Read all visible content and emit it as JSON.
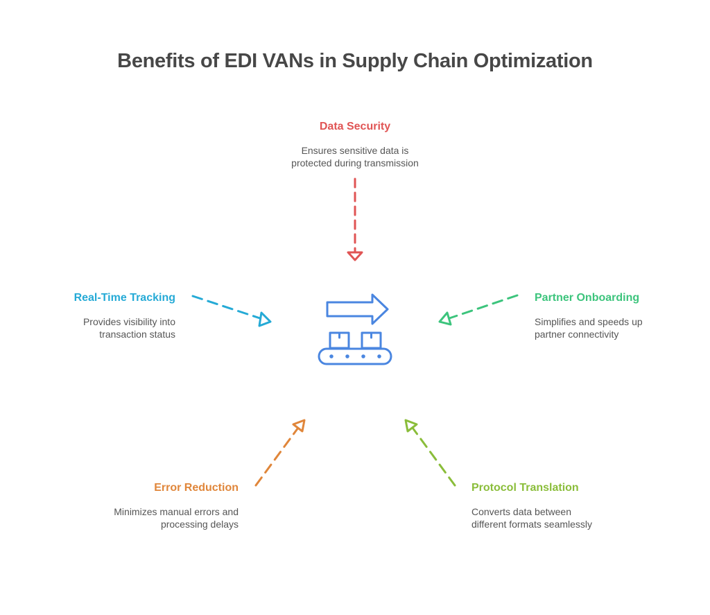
{
  "title": "Benefits of EDI VANs in Supply Chain Optimization",
  "center_icon": "conveyor-belt-with-arrow-icon",
  "colors": {
    "title": "#474747",
    "text": "#555555",
    "center_icon": "#4a86e0",
    "data_security": "#e05454",
    "real_time_tracking": "#25aad6",
    "partner_onboarding": "#3cc47c",
    "error_reduction": "#e0863a",
    "protocol_translation": "#8abd3a"
  },
  "benefits": [
    {
      "id": "data-security",
      "title": "Data Security",
      "description_lines": [
        "Ensures sensitive data is",
        "protected during transmission"
      ]
    },
    {
      "id": "real-time-tracking",
      "title": "Real-Time Tracking",
      "description_lines": [
        "Provides visibility into",
        "transaction status"
      ]
    },
    {
      "id": "partner-onboarding",
      "title": "Partner Onboarding",
      "description_lines": [
        "Simplifies and speeds up",
        "partner connectivity"
      ]
    },
    {
      "id": "error-reduction",
      "title": "Error Reduction",
      "description_lines": [
        "Minimizes manual errors and",
        "processing delays"
      ]
    },
    {
      "id": "protocol-translation",
      "title": "Protocol Translation",
      "description_lines": [
        "Converts data between",
        "different formats seamlessly"
      ]
    }
  ]
}
